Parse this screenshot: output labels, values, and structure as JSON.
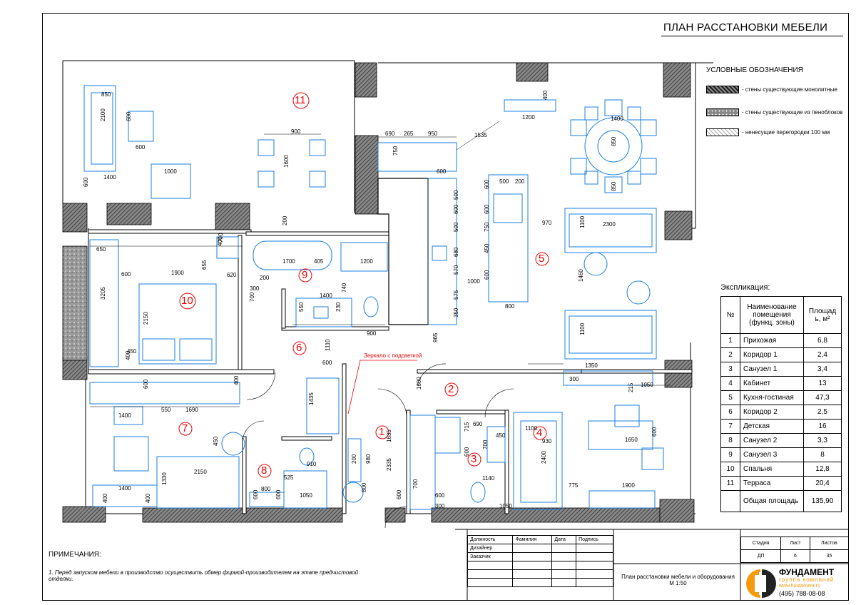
{
  "title": "ПЛАН РАССТАНОВКИ МЕБЕЛИ",
  "legend": {
    "heading": "УСЛОВНЫЕ ОБОЗНАЧЕНИЯ",
    "items": [
      {
        "label": "- стены существующие монолитные",
        "pattern": "hatch-dark"
      },
      {
        "label": "- стены существующие из пеноблоков",
        "pattern": "dots"
      },
      {
        "label": "- ненесущие перегородки 100 мм",
        "pattern": "hatch-light"
      }
    ]
  },
  "explication": {
    "heading": "Экспликация:",
    "col_no": "№",
    "col_name": "Наименование помещения (функц. зоны)",
    "col_area_a": "Площад",
    "col_area_b": "ь, м²",
    "rows": [
      {
        "no": "1",
        "name": "Прихожая",
        "area": "6,8"
      },
      {
        "no": "2",
        "name": "Коридор 1",
        "area": "2,4"
      },
      {
        "no": "3",
        "name": "Санузел 1",
        "area": "3,4"
      },
      {
        "no": "4",
        "name": "Кабинет",
        "area": "13"
      },
      {
        "no": "5",
        "name": "Кухня-гостиная",
        "area": "47,3"
      },
      {
        "no": "6",
        "name": "Коридор 2",
        "area": "2,5"
      },
      {
        "no": "7",
        "name": "Детская",
        "area": "16"
      },
      {
        "no": "8",
        "name": "Санузел 2",
        "area": "3,3"
      },
      {
        "no": "9",
        "name": "Санузел 3",
        "area": "8"
      },
      {
        "no": "10",
        "name": "Спальня",
        "area": "12,8"
      },
      {
        "no": "11",
        "name": "Терраса",
        "area": "20,4"
      }
    ],
    "total_label": "Общая площадь",
    "total_area": "135,90"
  },
  "rooms": [
    "1",
    "2",
    "3",
    "4",
    "5",
    "6",
    "7",
    "8",
    "9",
    "10",
    "11"
  ],
  "mirror_note": "Зеркало с подсветкой",
  "dimensions": {
    "terrace": [
      "850",
      "2100",
      "600",
      "600",
      "1400",
      "600",
      "1000",
      "900",
      "1600"
    ],
    "kitchen": [
      "690",
      "265",
      "950",
      "1535",
      "400",
      "1200",
      "750",
      "600",
      "500",
      "200",
      "600",
      "500",
      "600",
      "600",
      "500",
      "750",
      "450",
      "680",
      "570",
      "1000",
      "600",
      "575",
      "800",
      "350",
      "965",
      "970"
    ],
    "living": [
      "1400",
      "850",
      "2300",
      "1100",
      "1460",
      "1100",
      "1350",
      "850"
    ],
    "bedroom": [
      "650",
      "600",
      "1900",
      "620",
      "655",
      "400",
      "700",
      "2150",
      "3205",
      "450",
      "400",
      "400"
    ],
    "bath3": [
      "200",
      "1700",
      "405",
      "1200",
      "200",
      "1400",
      "740",
      "550",
      "230",
      "900",
      "700",
      "300",
      "1110",
      "600"
    ],
    "child": [
      "600",
      "400",
      "550",
      "1690",
      "1400",
      "1435",
      "450",
      "2150",
      "1330",
      "1400",
      "400"
    ],
    "bath2": [
      "910",
      "525",
      "800",
      "1050",
      "600",
      "600"
    ],
    "hall": [
      "1600",
      "1635",
      "2335",
      "980",
      "200",
      "800",
      "600",
      "700",
      "1050"
    ],
    "bath1": [
      "690",
      "715",
      "450",
      "700",
      "600",
      "1140"
    ],
    "study": [
      "1100",
      "930",
      "2400",
      "775",
      "1900",
      "1650",
      "215",
      "1050",
      "600",
      "300",
      "600",
      "300"
    ]
  },
  "notes": {
    "heading": "ПРИМЕЧАНИЯ:",
    "text": "1. Перед запуском мебели в производство осуществить обмер фирмой-производителем на этапе предчистовой отделки."
  },
  "stamp": {
    "headers": [
      "Должность",
      "Фамилия",
      "Дата",
      "Подпись"
    ],
    "roles": [
      "Дизайнер",
      "Заказчик"
    ],
    "stage_label": "Стадия",
    "sheet_label": "Лист",
    "sheets_label": "Листов",
    "stage": "ДП",
    "sheet": "6",
    "sheets": "35",
    "drawing_title": "План расстановки мебели и оборудования",
    "scale": "М 1:50"
  },
  "logo": {
    "name": "ФУНДАМЕНТ",
    "sub": "группа компаний",
    "url": "www.fundament.ru",
    "phone": "(495) 788-08-08",
    "colors": {
      "orange": "#f59a0c",
      "dark": "#222222"
    }
  },
  "colors": {
    "furniture": "#1a7fe0",
    "room_number": "#e00000",
    "wall": "#555555"
  }
}
